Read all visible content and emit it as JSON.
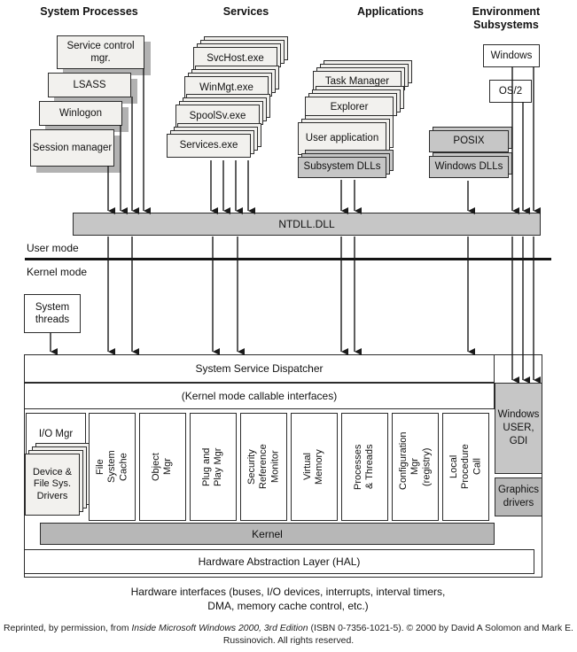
{
  "colors": {
    "box_light": "#f2f1ee",
    "bar_gray": "#c6c6c6",
    "bar_dark_gray": "#b7b7b7",
    "shadow_gray": "#b2b2b2",
    "line_black": "#1a1a1a"
  },
  "columns": {
    "system_processes": {
      "title": "System Processes",
      "boxes": [
        "Service control mgr.",
        "LSASS",
        "Winlogon",
        "Session manager"
      ]
    },
    "services": {
      "title": "Services",
      "boxes": [
        "SvcHost.exe",
        "WinMgt.exe",
        "SpoolSv.exe",
        "Services.exe"
      ]
    },
    "applications": {
      "title": "Applications",
      "boxes": [
        "Task Manager",
        "Explorer",
        "User application"
      ],
      "dll_bar": "Subsystem DLLs"
    },
    "environment_subsystems": {
      "title": "Environment Subsystems",
      "boxes": [
        "Windows",
        "OS/2",
        "POSIX"
      ],
      "dll_bar": "Windows DLLs"
    }
  },
  "ntdll_label": "NTDLL.DLL",
  "modes": {
    "user": "User mode",
    "kernel": "Kernel mode"
  },
  "system_threads_label": "System threads",
  "kernel_area": {
    "dispatcher": "System Service Dispatcher",
    "callable_interfaces": "(Kernel mode callable interfaces)",
    "io_mgr": "I/O Mgr",
    "device_drivers": "Device & File Sys. Drivers",
    "columns": [
      "File System Cache",
      "Object Mgr",
      "Plug and Play Mgr",
      "Security Reference Monitor",
      "Virtual Memory",
      "Processes & Threads",
      "Configuration Mgr (registry)",
      "Local Procedure Call"
    ],
    "windows_user_gdi": "Windows USER, GDI",
    "graphics_drivers": "Graphics drivers",
    "kernel_label": "Kernel",
    "hal_label": "Hardware Abstraction Layer (HAL)"
  },
  "footer": {
    "hardware_note": "Hardware interfaces (buses, I/O devices, interrupts, interval timers, DMA, memory cache control, etc.)",
    "copyright_parts": [
      "Reprinted, by permission, from ",
      "Inside Microsoft Windows 2000, 3rd Edition",
      " (ISBN 0-7356-1021-5). © 2000 by David A Solomon and Mark E. Russinovich. All rights reserved."
    ]
  }
}
